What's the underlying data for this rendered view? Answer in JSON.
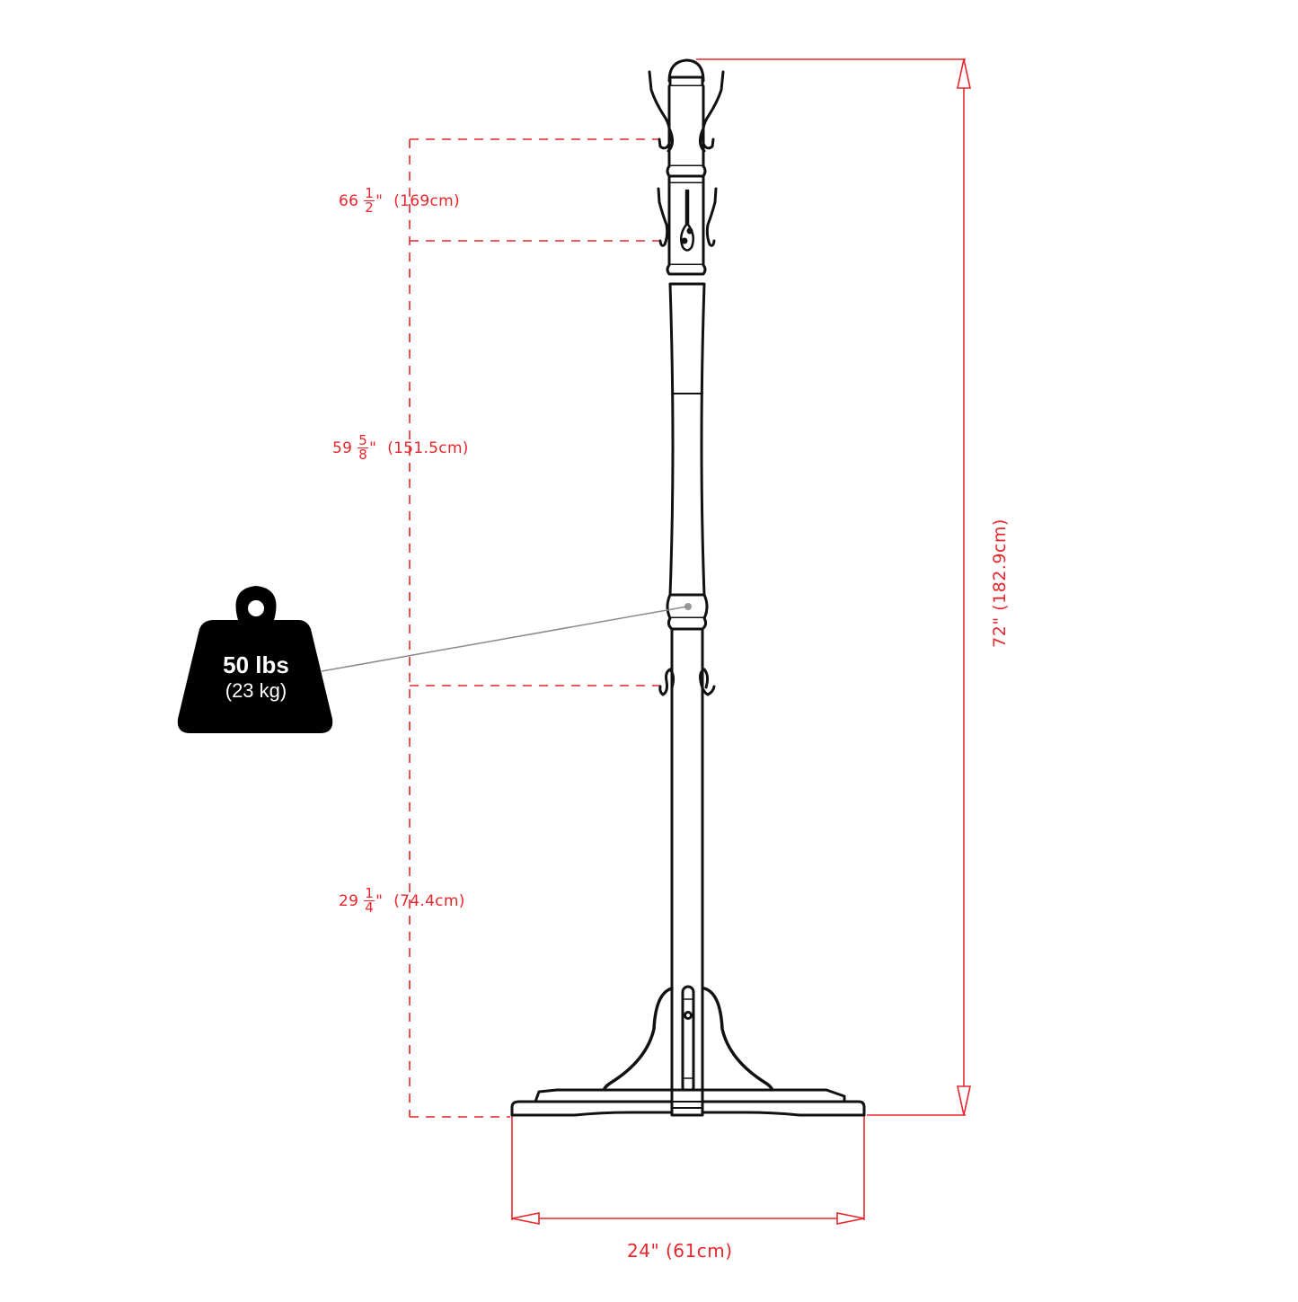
{
  "diagram": {
    "subject": "coat-tree",
    "colors": {
      "dimension": "#e8262b",
      "outline": "#111111",
      "leader_line": "#8a8a8a",
      "weight_fill": "#000000",
      "weight_text": "#ffffff"
    },
    "dimensions": {
      "top_hook_height": {
        "whole": "66",
        "num": "1",
        "den": "2",
        "unit": "\"",
        "metric": "(169cm)"
      },
      "middle_hook_height": {
        "whole": "59",
        "num": "5",
        "den": "8",
        "unit": "\"",
        "metric": "(151.5cm)"
      },
      "lower_hook_height": {
        "whole": "29",
        "num": "1",
        "den": "4",
        "unit": "\"",
        "metric": "(74.4cm)"
      },
      "total_height": "72\"  (182.9cm)",
      "base_width": "24\"  (61cm)"
    },
    "weight_capacity": {
      "imperial": "50 lbs",
      "metric": "(23 kg)",
      "icon": "weight-icon"
    }
  }
}
